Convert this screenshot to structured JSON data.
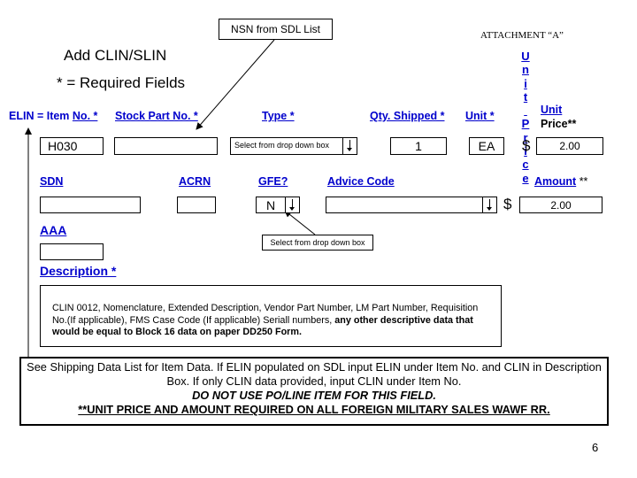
{
  "callout_top": "NSN from SDL List",
  "attachment": "ATTACHMENT “A”",
  "title": "Add CLIN/SLIN",
  "required_note": "* = Required Fields",
  "vertical_unit_price": [
    "U",
    "n",
    "i",
    "t",
    " ",
    "P",
    "r",
    "i",
    "c",
    "e"
  ],
  "row1": {
    "elin_label": "ELIN = Item ",
    "elin_link": "No. *",
    "stock_label": "Stock Part No. *",
    "type_label": "Type *",
    "qty_label": "Qty. Shipped *",
    "unit_label": "Unit *",
    "unit_price_label_1": "Unit",
    "unit_price_label_2": "Price**"
  },
  "row1_values": {
    "item_no": "H030",
    "stock_part_no": "",
    "type_dropdown": "Select from drop down box",
    "qty": "1",
    "unit": "EA",
    "dollar": "$",
    "unit_price": "2.00"
  },
  "row2": {
    "sdn_label": "SDN",
    "acrn_label": "ACRN",
    "gfe_label": "GFE?",
    "advice_label": "Advice Code",
    "amount_label": "Amount",
    "amount_suffix": " **"
  },
  "row2_values": {
    "sdn": "",
    "acrn": "",
    "gfe": "N",
    "advice_code": "",
    "dollar": "$",
    "amount": "2.00"
  },
  "callout_dropdown": "Select from drop down box",
  "aaa_label": "AAA",
  "aaa_value": "",
  "description_label": "Description *",
  "description_text_plain": "CLIN 0012, Nomenclature, Extended Description, Vendor Part Number, LM Part Number, Requisition No.(If applicable), FMS Case Code (If applicable) Seriall numbers, ",
  "description_text_bold": "any other descriptive data that would be equal to Block 16 data on paper DD250 Form.",
  "note_line1": "See Shipping Data List for Item Data.  If ELIN populated on SDL input ELIN under Item No. and CLIN in Description Box.  If only CLIN data provided, input CLIN under Item No.",
  "note_line2": "DO NOT USE PO/LINE ITEM FOR THIS FIELD.",
  "note_line3": "**UNIT PRICE AND AMOUNT REQUIRED ON ALL FOREIGN MILITARY SALES WAWF RR.",
  "page_number": "6"
}
